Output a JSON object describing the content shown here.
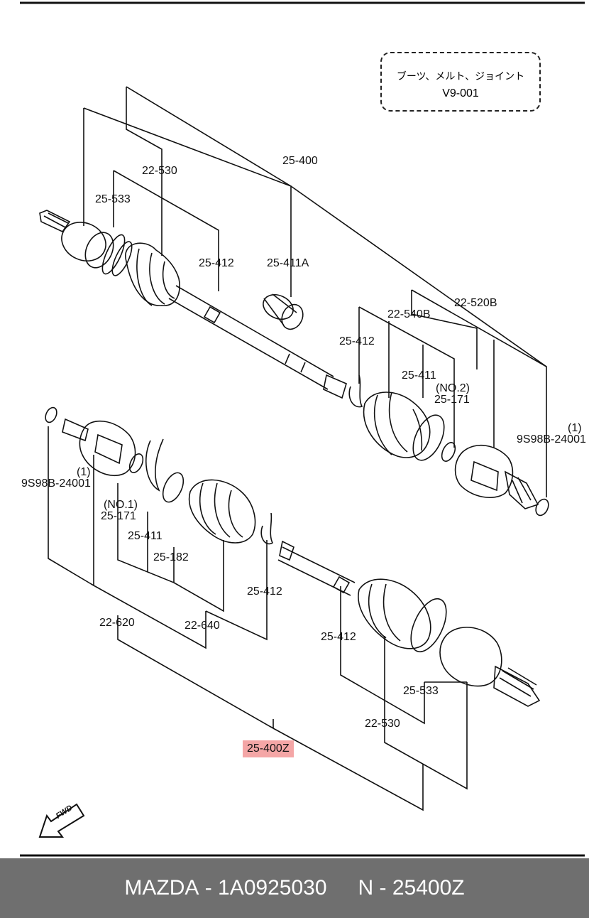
{
  "note": {
    "jp": "ブーツ、メルト、ジョイント",
    "code": "V9-001"
  },
  "labels": {
    "l_22530_top": "22-530",
    "l_25400": "25-400",
    "l_25533_top": "25-533",
    "l_25412_top": "25-412",
    "l_25411A": "25-411A",
    "l_22540B": "22-540B",
    "l_22520B": "22-520B",
    "l_25412_mid": "25-412",
    "l_25411_right": "25-411",
    "l_no2": "(NO.2)",
    "l_25171_right": "25-171",
    "l_one_right": "(1)",
    "l_9s98b_right": "9S98B-24001",
    "l_one_left": "(1)",
    "l_9s98b_left": "9S98B-24001",
    "l_no1": "(NO.1)",
    "l_25171_left": "25-171",
    "l_25411_left": "25-411",
    "l_25182": "25-182",
    "l_25412_low": "25-412",
    "l_22620": "22-620",
    "l_22640": "22-640",
    "l_25412_low2": "25-412",
    "l_25533_low": "25-533",
    "l_22530_low": "22-530",
    "l_25400Z": "25-400Z"
  },
  "fwd": "FWD",
  "footer": {
    "brand": "MAZDA",
    "part_no": "1A0925030",
    "ref": "N - 25400Z",
    "sep": " - "
  }
}
